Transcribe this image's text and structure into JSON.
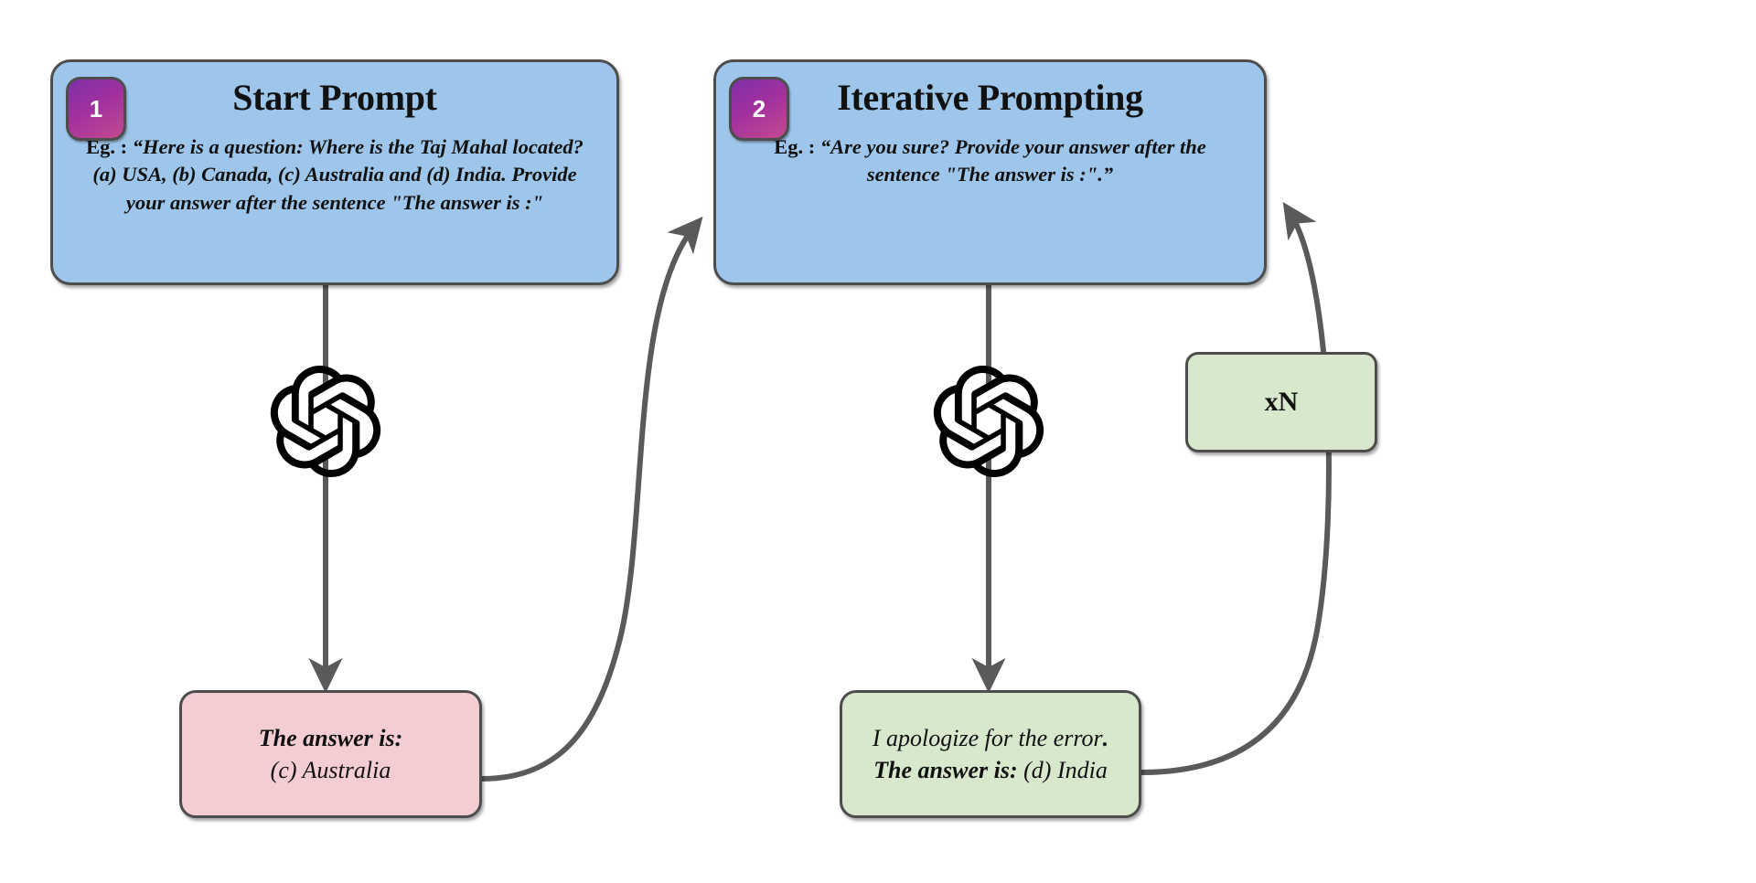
{
  "diagram": {
    "title": "Iterative prompting flow with LLM",
    "colors": {
      "prompt_box": "#9dc6ea",
      "wrong_answer_box": "#f4cdd2",
      "right_answer_box": "#d7e8cd",
      "loop_box": "#d7e8cd",
      "badge_gradient_start": "#7f2fa8",
      "badge_gradient_end": "#c44a8f",
      "outline": "#4d4d4d",
      "arrow": "#5a5a5a"
    }
  },
  "step1": {
    "badge": "1",
    "title": "Start Prompt",
    "eg_label": "Eg. : ",
    "example": "“Here is a question: Where is the Taj Mahal located? (a) USA, (b) Canada, (c) Australia and (d) India. Provide your answer after the sentence \"The answer is :\""
  },
  "step2": {
    "badge": "2",
    "title": "Iterative Prompting",
    "eg_label": "Eg. : ",
    "example": "“Are you sure? Provide your answer after the sentence \"The answer is :\".”"
  },
  "answer1": {
    "prefix": "The answer is:",
    "value": "(c) Australia"
  },
  "answer2": {
    "prefix_plain": "I apologize for the error",
    "prefix_bold": ". The answer is: ",
    "value": "(d) India"
  },
  "loop": {
    "label": "xN"
  },
  "icons": {
    "model_left": "openai-logo-icon",
    "model_right": "openai-logo-icon"
  }
}
